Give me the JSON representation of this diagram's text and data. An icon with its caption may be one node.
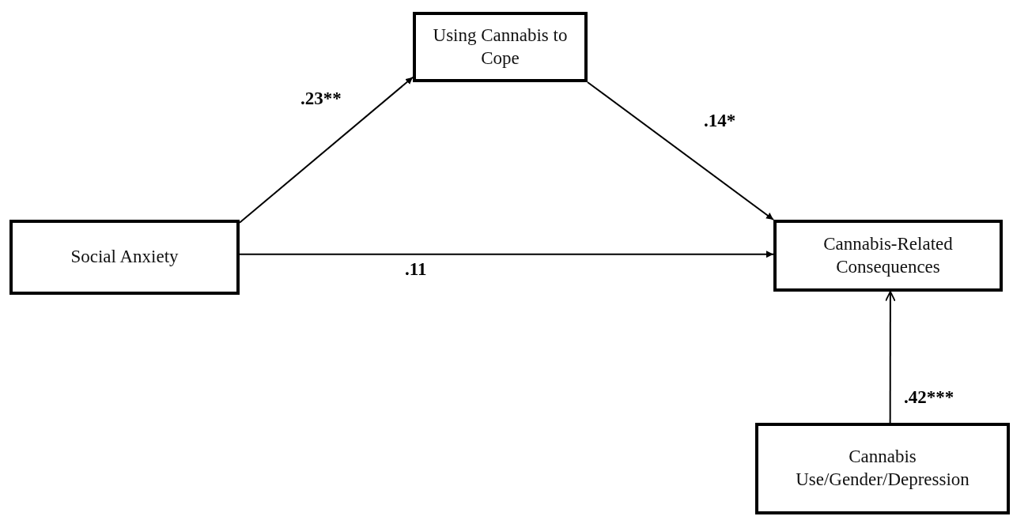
{
  "diagram": {
    "nodes": [
      {
        "text": [
          "Using Cannabis to Cope"
        ]
      },
      {
        "text": [
          "Social Anxiety"
        ]
      },
      {
        "text": [
          "Cannabis-Related Consequences"
        ]
      },
      {
        "text": [
          "Cannabis Use/Gender/Depression"
        ]
      }
    ],
    "edges": [
      {
        "from": 1,
        "to": 0,
        "arrow": "to",
        "label": ".23**"
      },
      {
        "from": 0,
        "to": 2,
        "arrow": "to",
        "label": ".14*"
      },
      {
        "from": 1,
        "to": 2,
        "arrow": "to",
        "label": ".11"
      },
      {
        "from": 3,
        "to": 2,
        "arrow": "to",
        "label": ".42***"
      }
    ]
  }
}
